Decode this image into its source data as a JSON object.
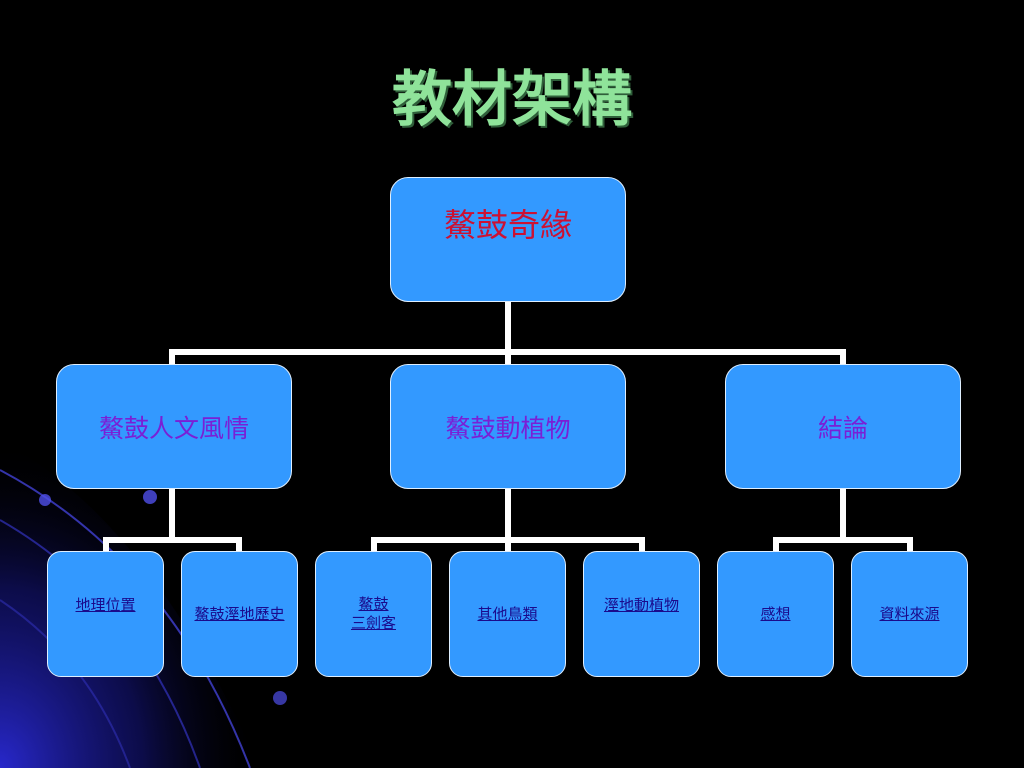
{
  "title": "教材架構",
  "root": {
    "label": "鰲鼓奇緣"
  },
  "branches": [
    {
      "label": "鰲鼓人文風情",
      "leaves": [
        "地理位置",
        "鰲鼓溼地歷史"
      ]
    },
    {
      "label": "鰲鼓動植物",
      "leaves": [
        [
          "鰲鼓",
          "三劍客"
        ],
        "其他鳥類",
        "溼地動植物"
      ]
    },
    {
      "label": "結論",
      "leaves": [
        "感想",
        "資料來源"
      ]
    }
  ],
  "colors": {
    "background": "#000000",
    "title": "#8fe39a",
    "box_fill": "#3399ff",
    "root_text": "#cc1133",
    "branch_text": "#7a1fd6",
    "leaf_link": "#1a0a8c",
    "connector": "#ffffff"
  }
}
